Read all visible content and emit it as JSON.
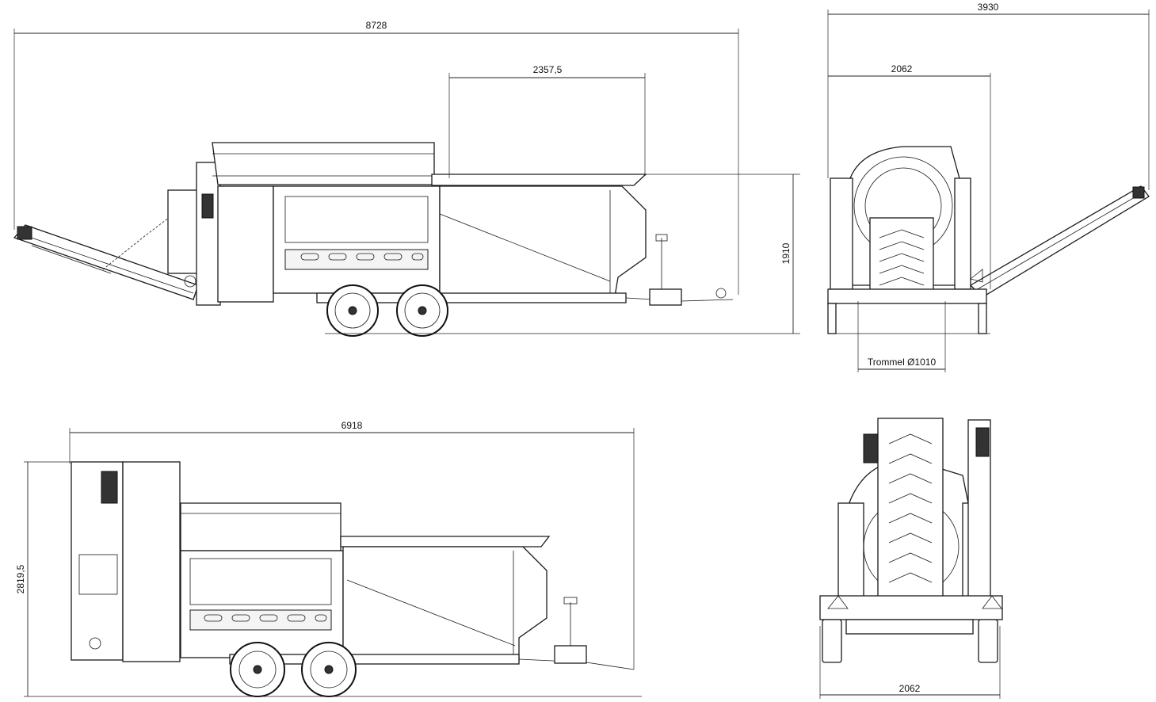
{
  "dimensions": {
    "side_overall_length": "8728",
    "side_hopper_length": "2357,5",
    "side_height": "1910",
    "front_width_overall": "3930",
    "front_width_body": "2062",
    "front_trommel": "Trommel Ø1010",
    "transport_length": "6918",
    "transport_height": "2819,5",
    "rear_width": "2062"
  }
}
